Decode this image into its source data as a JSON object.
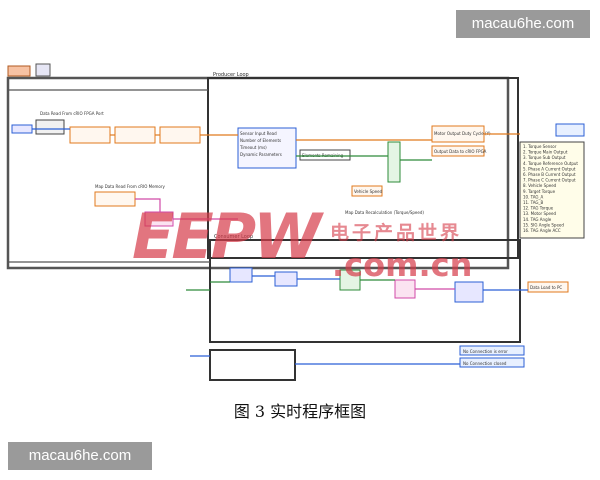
{
  "watermarks": {
    "site_top": "macau6he.com",
    "site_bottom": "macau6he.com",
    "logo": "EEPW",
    "domain": ".com.cn",
    "cn_text": "电子产品世界"
  },
  "caption": "图 3  实时程序框图",
  "labels": {
    "fpga_read": "Data Read From cRIO FPGA Port",
    "producer_loop": "Producer Loop",
    "consumer_loop": "Consumer Loop",
    "map_read": "Map Data Read From cRIO Memory",
    "sensor_input": "Sensor Input Read",
    "num_elements": "Number of Elements",
    "timeout": "Timeout (ms)",
    "dynamic_params": "Dynamic Parameters",
    "dynamic_remaining": "Elements Remaining",
    "motor_output": "Motor Output Duty Cycle (Y)",
    "output_data": "Output Data to cRIO FPGA",
    "vehicle_speed": "Vehicle Speed",
    "torque_ref": "Map Data Recalculation (Torque/Speed)",
    "data_load": "Data Load to PC",
    "connection_err": "No Connection is error",
    "conn_closed": "No Connection closed",
    "signals": [
      "1. Torque Sensor",
      "2. Torque Main Output",
      "3. Torque Sub Output",
      "4. Torque Reference Output",
      "5. Phase A Current Output",
      "6. Phase B Current Output",
      "7. Phase C Current Output",
      "8. Vehicle Speed",
      "9. Target Torque",
      "10. TAG_A",
      "11. TAG_B",
      "12. TAG Torque",
      "13. Motor Speed",
      "14. TAG Angle",
      "15. SIG Angle Speed",
      "16. TAG Angle ACC"
    ]
  },
  "colors": {
    "wire_orange": "#e07a1e",
    "wire_blue": "#2b5fd6",
    "wire_green": "#2e8b3a",
    "wire_pink": "#d04aa8",
    "frame": "#3a3a3a"
  }
}
